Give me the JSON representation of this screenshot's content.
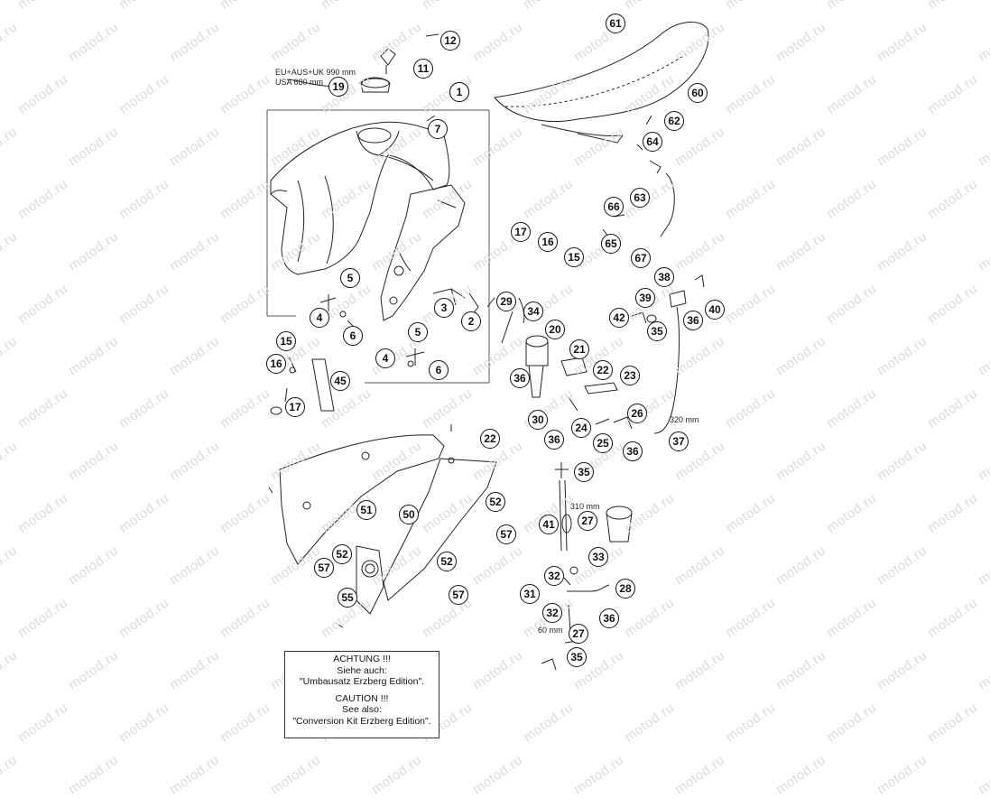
{
  "watermark": "motod.ru",
  "callouts": [
    "1",
    "2",
    "3",
    "4",
    "5",
    "6",
    "7",
    "11",
    "12",
    "15",
    "16",
    "17",
    "19",
    "20",
    "21",
    "22",
    "23",
    "24",
    "25",
    "26",
    "27",
    "28",
    "29",
    "30",
    "31",
    "32",
    "33",
    "34",
    "35",
    "36",
    "37",
    "38",
    "39",
    "40",
    "41",
    "42",
    "45",
    "50",
    "51",
    "52",
    "55",
    "57",
    "60",
    "61",
    "62",
    "63",
    "64",
    "65",
    "66",
    "67"
  ],
  "dimensions": {
    "tank_hose_line1": "EU+AUS+UK 990 mm",
    "tank_hose_line2": "USA 680 mm",
    "hose_320": "320 mm",
    "hose_310": "310 mm",
    "hose_60": "60 mm"
  },
  "notice": {
    "de_title": "ACHTUNG !!!",
    "de_line1": "Siehe auch:",
    "de_line2": "\"Umbausatz Erzberg Edition\".",
    "en_title": "CAUTION !!!",
    "en_line1": "See also:",
    "en_line2": "\"Conversion Kit Erzberg Edition\"."
  }
}
